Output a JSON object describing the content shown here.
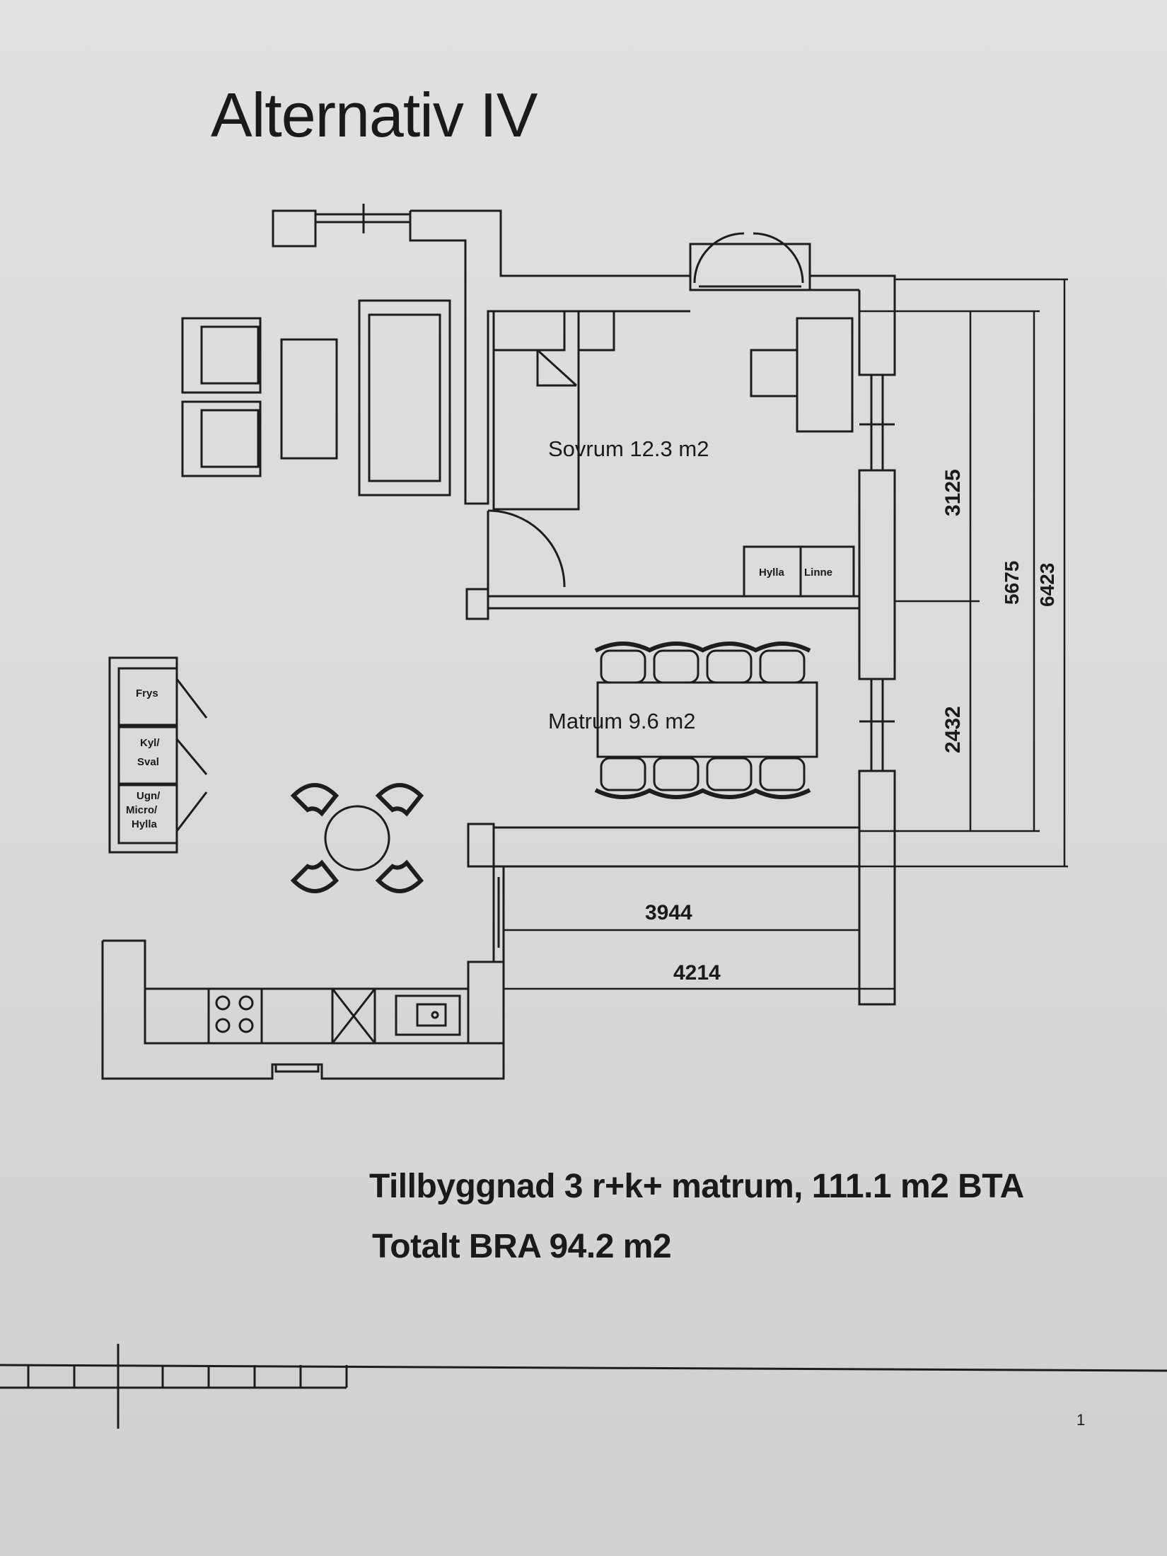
{
  "title": "Alternativ IV",
  "rooms": {
    "sovrum": "Sovrum 12.3 m2",
    "matrum": "Matrum 9.6 m2"
  },
  "fixtures": {
    "hylla": "Hylla",
    "linne": "Linne",
    "frys": "Frys",
    "kyl_line1": "Kyl/",
    "kyl_line2": "Sval",
    "oven_line1": "Ugn/",
    "oven_line2": "Micro/",
    "oven_line3": "Hylla"
  },
  "dimensions": {
    "width_inner": "3944",
    "width_outer": "4214",
    "height_sovrum": "3125",
    "height_matrum": "2432",
    "height_inner": "5675",
    "height_outer": "6423"
  },
  "summary": {
    "line1": "Tillbyggnad 3 r+k+ matrum, 111.1 m2 BTA",
    "line2": "Totalt  BRA 94.2 m2"
  },
  "page_number": "1"
}
